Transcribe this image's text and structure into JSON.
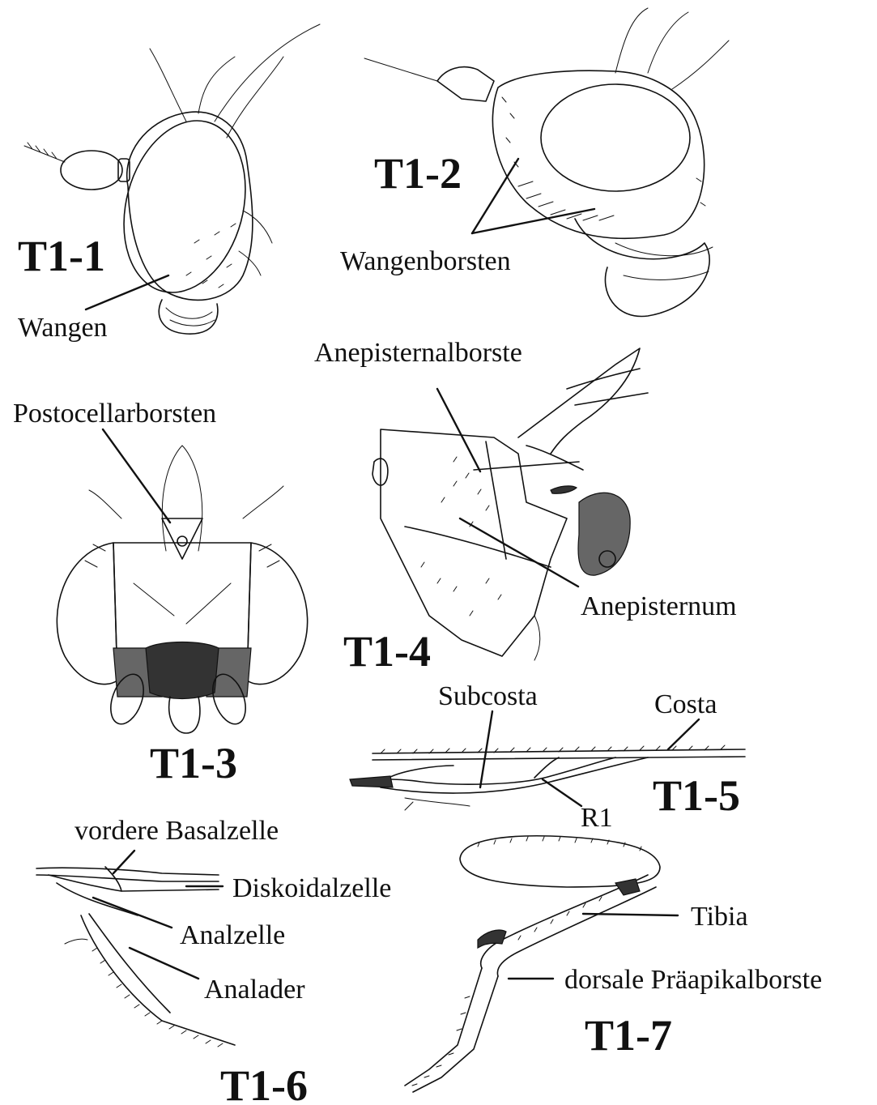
{
  "figures": {
    "f1": "T1-1",
    "f2": "T1-2",
    "f3": "T1-3",
    "f4": "T1-4",
    "f5": "T1-5",
    "f6": "T1-6",
    "f7": "T1-7"
  },
  "labels": {
    "wangen": "Wangen",
    "wangenborsten": "Wangenborsten",
    "postocellarborsten": "Postocellarborsten",
    "anepisternalborste": "Anepisternalborste",
    "anepisternum": "Anepisternum",
    "subcosta": "Subcosta",
    "costa": "Costa",
    "r1": "R1",
    "vordere_basalzelle": "vordere Basalzelle",
    "diskoidalzelle": "Diskoidalzelle",
    "analzelle": "Analzelle",
    "analader": "Analader",
    "tibia": "Tibia",
    "dorsale_praeapikalborste": "dorsale Präapikalborste"
  }
}
